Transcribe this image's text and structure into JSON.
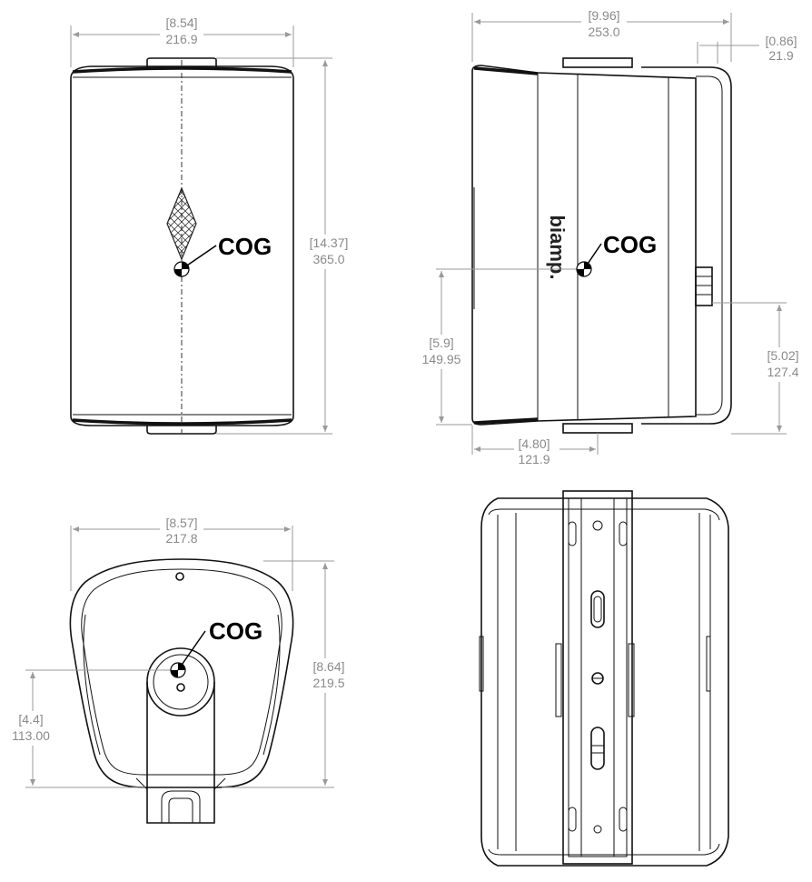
{
  "front_view": {
    "width": {
      "in": "[8.54]",
      "mm": "216.9"
    },
    "height": {
      "in": "[14.37]",
      "mm": "365.0"
    },
    "cog_label": "COG"
  },
  "side_view": {
    "depth": {
      "in": "[9.96]",
      "mm": "253.0"
    },
    "bracket": {
      "in": "[0.86]",
      "mm": "21.9"
    },
    "cog_height": {
      "in": "[5.9]",
      "mm": "149.95"
    },
    "bracket_height": {
      "in": "[5.02]",
      "mm": "127.4"
    },
    "cog_depth": {
      "in": "[4.80]",
      "mm": "121.9"
    },
    "cog_label": "COG",
    "brand": "biamp."
  },
  "top_view": {
    "width": {
      "in": "[8.57]",
      "mm": "217.8"
    },
    "depth": {
      "in": "[8.64]",
      "mm": "219.5"
    },
    "cog_offset": {
      "in": "[4.4]",
      "mm": "113.00"
    },
    "cog_label": "COG"
  },
  "rear_view": {},
  "colors": {
    "dimension": "#8a8a8a",
    "outline": "#111111",
    "cog": "#000000"
  }
}
